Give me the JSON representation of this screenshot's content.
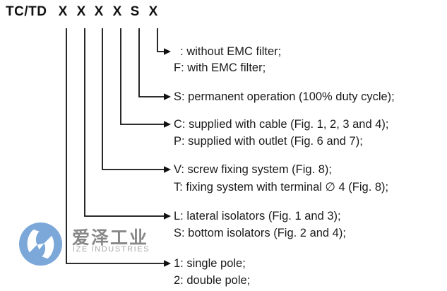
{
  "title": {
    "prefix": "TC/TD",
    "positions": [
      "X",
      "X",
      "X",
      "X",
      "S",
      "X"
    ]
  },
  "legend": {
    "groups": [
      {
        "name": "emc-filter",
        "options": [
          {
            "text": "  : without EMC filter;"
          },
          {
            "text": "F: with EMC filter;"
          }
        ]
      },
      {
        "name": "duty-cycle",
        "options": [
          {
            "text": "S: permanent operation (100% duty cycle);"
          }
        ]
      },
      {
        "name": "supply",
        "options": [
          {
            "text": "C: supplied with cable (Fig. 1, 2, 3 and 4);"
          },
          {
            "text": "P: supplied with outlet (Fig. 6 and 7);"
          }
        ]
      },
      {
        "name": "fixing-system",
        "options": [
          {
            "text": "V: screw fixing system (Fig. 8);"
          },
          {
            "text": "T: fixing system with terminal ∅ 4 (Fig. 8);"
          }
        ]
      },
      {
        "name": "isolators",
        "options": [
          {
            "text": "L: lateral isolators (Fig. 1 and 3);"
          },
          {
            "text": "S: bottom isolators (Fig. 2 and 4);"
          }
        ]
      },
      {
        "name": "poles",
        "options": [
          {
            "text": "1: single pole;"
          },
          {
            "text": "2: double pole;"
          }
        ]
      }
    ]
  },
  "watermark": {
    "cn": "爱泽工业",
    "en": "IZE INDUSTRIES"
  },
  "colors": {
    "text": "#1a1a1a",
    "line": "#111111",
    "logo_blue": "#7ba8d8",
    "cn_gray": "#878787",
    "en_gray": "#a7a7a7"
  }
}
